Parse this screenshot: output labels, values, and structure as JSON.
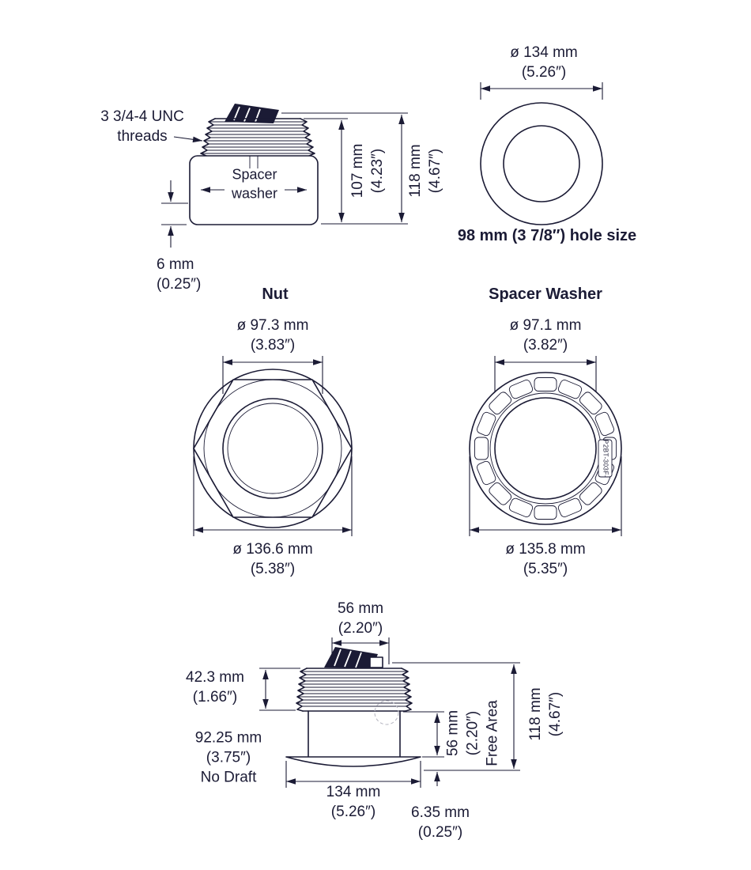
{
  "colors": {
    "ink": "#1b1b35"
  },
  "side_view": {
    "threads_label": "3 3/4-4 UNC\nthreads",
    "spacer_washer_label": "Spacer\nwasher",
    "dim_body_height": "107 mm\n(4.23″)",
    "dim_total_height": "118 mm\n(4.67″)",
    "dim_lip_height": "6 mm\n(0.25″)"
  },
  "top_view": {
    "dim_outer_diameter": "ø 134 mm\n(5.26″)",
    "hole_size": "98 mm (3 7/8″) hole size"
  },
  "nut": {
    "title": "Nut",
    "dim_inner_diameter": "ø 97.3 mm\n(3.83″)",
    "dim_outer_diameter": "ø 136.6 mm\n(5.38″)"
  },
  "spacer_washer": {
    "title": "Spacer Washer",
    "dim_inner_diameter": "ø 97.1 mm\n(3.82″)",
    "dim_outer_diameter": "ø 135.8 mm\n(5.35″)",
    "part_label": "P2BT-303F-"
  },
  "profile_view": {
    "dim_element_width": "56 mm\n(2.20″)",
    "dim_thread_height": "42.3 mm\n(1.66″)",
    "dim_body_diameter": "92.25 mm\n(3.75″)\nNo Draft",
    "dim_free_area": "56 mm\n(2.20″)\nFree Area",
    "dim_total_height": "118 mm\n(4.67″)",
    "dim_flange_diameter": "134 mm\n(5.26″)",
    "dim_flange_height": "6.35 mm\n(0.25″)"
  }
}
